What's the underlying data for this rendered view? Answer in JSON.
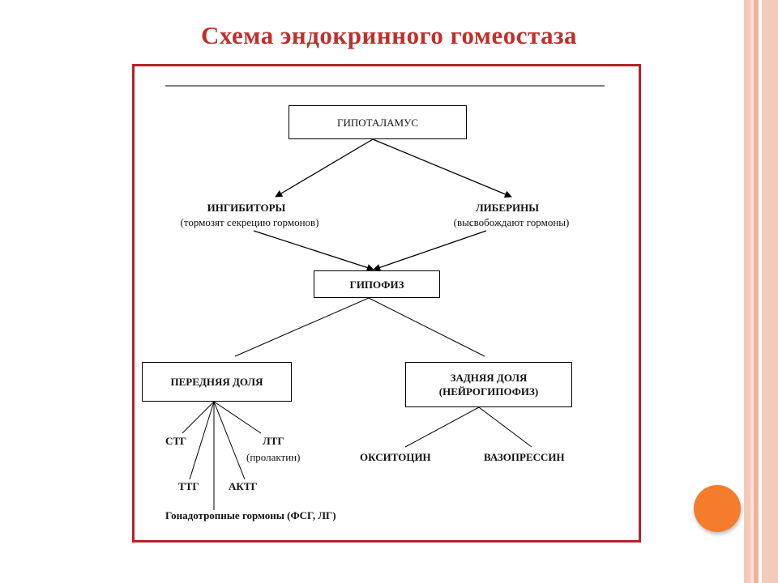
{
  "slide": {
    "title": "Схема эндокринного гомеостаза",
    "colors": {
      "title": "#c0302b",
      "frame": "#b0262b",
      "accent_dot": "#f47c2a",
      "side_stripes": [
        "#f6c9b8",
        "#efb39c",
        "#f4cbbb"
      ]
    }
  },
  "diagram": {
    "nodes": {
      "hypothalamus": "ГИПОТАЛАМУС",
      "inhibitors": "ИНГИБИТОРЫ",
      "inhibitors_note": "(тормозят секрецию гормонов)",
      "liberins": "ЛИБЕРИНЫ",
      "liberins_note": "(высвобождают гормоны)",
      "pituitary": "ГИПОФИЗ",
      "anterior_lobe": "ПЕРЕДНЯЯ ДОЛЯ",
      "posterior_lobe_line1": "ЗАДНЯЯ ДОЛЯ",
      "posterior_lobe_line2": "(НЕЙРОГИПОФИЗ)",
      "stg": "СТГ",
      "ltg": "ЛТГ",
      "ltg_note": "(пролактин)",
      "ttg": "ТТГ",
      "aktg": "АКТГ",
      "gonadotropic": "Гонадотропные гормоны (ФСГ, ЛГ)",
      "oxytocin": "ОКСИТОЦИН",
      "vasopressin": "ВАЗОПРЕССИН"
    },
    "edges": [
      {
        "from": "hypothalamus",
        "to": "inhibitors",
        "arrow": true
      },
      {
        "from": "hypothalamus",
        "to": "liberins",
        "arrow": true
      },
      {
        "from": "inhibitors",
        "to": "pituitary",
        "arrow": true
      },
      {
        "from": "liberins",
        "to": "pituitary",
        "arrow": true
      },
      {
        "from": "pituitary",
        "to": "anterior_lobe",
        "arrow": false
      },
      {
        "from": "pituitary",
        "to": "posterior_lobe",
        "arrow": false
      },
      {
        "from": "anterior_lobe",
        "to": "stg",
        "arrow": false
      },
      {
        "from": "anterior_lobe",
        "to": "ltg",
        "arrow": false
      },
      {
        "from": "anterior_lobe",
        "to": "ttg",
        "arrow": false
      },
      {
        "from": "anterior_lobe",
        "to": "aktg",
        "arrow": false
      },
      {
        "from": "anterior_lobe",
        "to": "gonadotropic",
        "arrow": false
      },
      {
        "from": "posterior_lobe",
        "to": "oxytocin",
        "arrow": false
      },
      {
        "from": "posterior_lobe",
        "to": "vasopressin",
        "arrow": false
      }
    ]
  }
}
